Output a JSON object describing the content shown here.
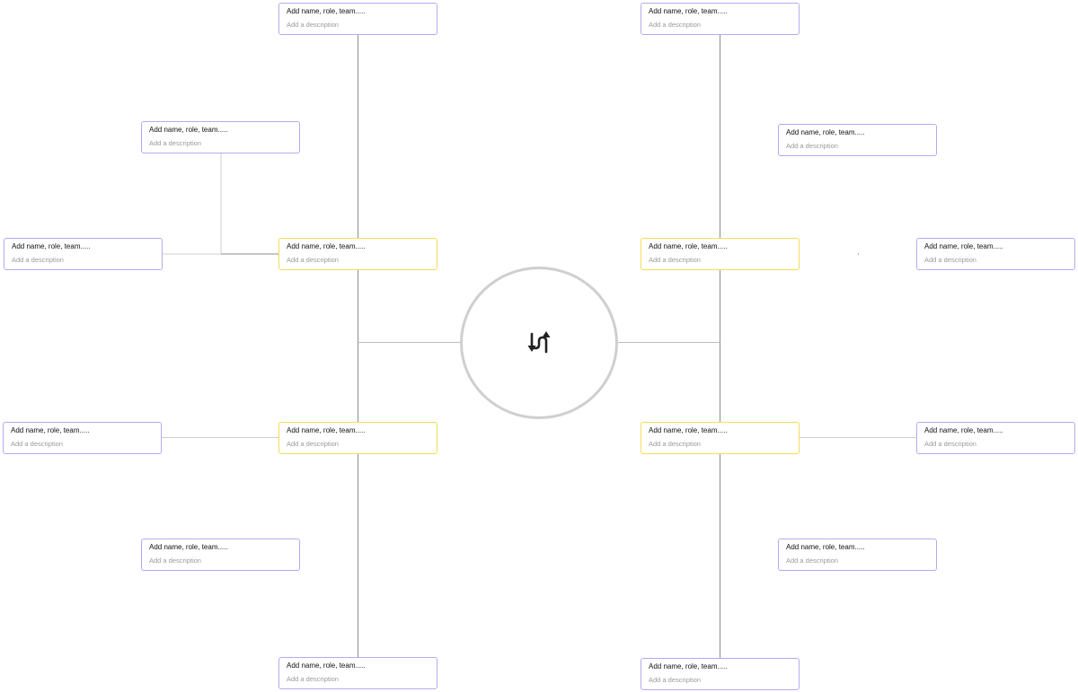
{
  "hub": {
    "icon": "swap-arrows-icon"
  },
  "cards": [
    {
      "id": "top-left-top",
      "type": "satellite",
      "name": "Add name, role, team.....",
      "description": "Add a description"
    },
    {
      "id": "top-right-top",
      "type": "satellite",
      "name": "Add name, role, team.....",
      "description": "Add a description"
    },
    {
      "id": "left-upper-branch",
      "type": "satellite",
      "name": "Add name, role, team.....",
      "description": "Add a description"
    },
    {
      "id": "right-upper-branch",
      "type": "satellite",
      "name": "Add name, role, team.....",
      "description": "Add a description"
    },
    {
      "id": "far-left-upper",
      "type": "satellite",
      "name": "Add name, role, team.....",
      "description": "Add a description"
    },
    {
      "id": "core-top-left",
      "type": "core",
      "name": "Add name, role, team.....",
      "description": "Add a description"
    },
    {
      "id": "core-top-right",
      "type": "core",
      "name": "Add name, role, team.....",
      "description": "Add a description"
    },
    {
      "id": "far-right-upper",
      "type": "satellite",
      "name": "Add name, role, team.....",
      "description": "Add a description"
    },
    {
      "id": "far-left-lower",
      "type": "satellite",
      "name": "Add name, role, team.....",
      "description": "Add a description"
    },
    {
      "id": "core-bottom-left",
      "type": "core",
      "name": "Add name, role, team.....",
      "description": "Add a description"
    },
    {
      "id": "core-bottom-right",
      "type": "core",
      "name": "Add name, role, team.....",
      "description": "Add a description"
    },
    {
      "id": "far-right-lower",
      "type": "satellite",
      "name": "Add name, role, team.....",
      "description": "Add a description"
    },
    {
      "id": "left-lower-branch",
      "type": "satellite",
      "name": "Add name, role, team.....",
      "description": "Add a description"
    },
    {
      "id": "right-lower-branch",
      "type": "satellite",
      "name": "Add name, role, team.....",
      "description": "Add a description"
    },
    {
      "id": "bottom-left-bottom",
      "type": "satellite",
      "name": "Add name, role, team.....",
      "description": "Add a description"
    },
    {
      "id": "bottom-right-bottom",
      "type": "satellite",
      "name": "Add name, role, team.....",
      "description": "Add a description"
    }
  ],
  "colors": {
    "satellite_border": "#b7a9f0",
    "core_border": "#f5dc55",
    "connector": "#8c8c8c",
    "hub_border": "#cfcfcf",
    "name_text": "#111111",
    "description_text": "#9a9a9a"
  }
}
